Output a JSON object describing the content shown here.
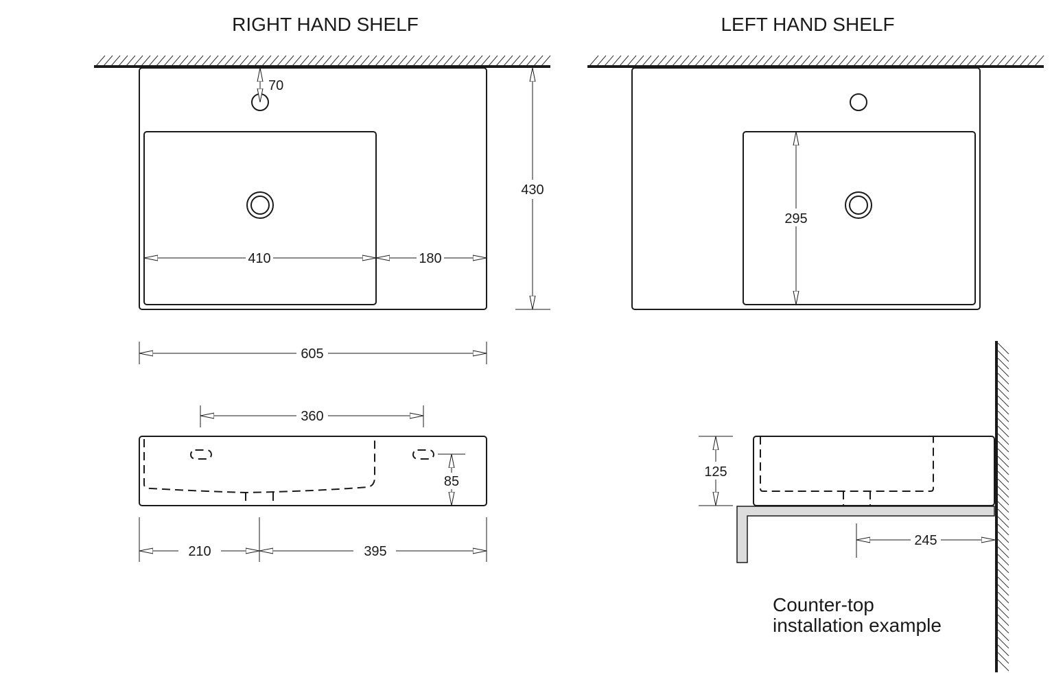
{
  "titles": {
    "right": "RIGHT HAND SHELF",
    "left": "LEFT HAND SHELF"
  },
  "dims": {
    "tap_offset": "70",
    "bowl_width": "410",
    "shelf_width": "180",
    "depth": "430",
    "total_width": "605",
    "bowl_depth_inner": "295",
    "overflow_spacing": "360",
    "overflow_height": "85",
    "waste_left": "210",
    "waste_right": "395",
    "height": "125",
    "wall_to_waste": "245"
  },
  "caption": {
    "line1": "Counter-top",
    "line2": "installation example"
  },
  "colors": {
    "line": "#1a1a1a",
    "shelf_fill": "#dcdcdc"
  }
}
